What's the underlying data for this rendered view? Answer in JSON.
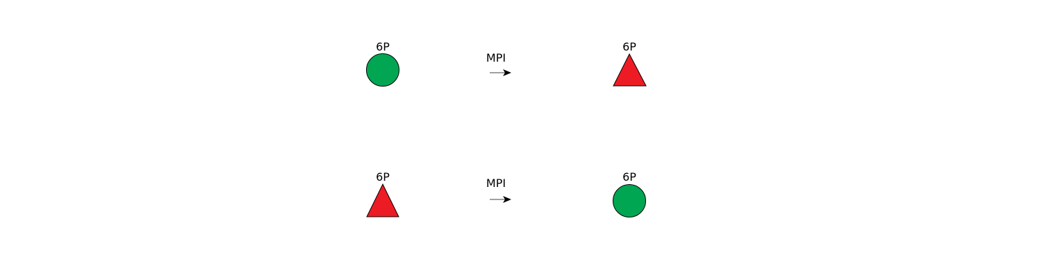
{
  "diagram": {
    "reactions": [
      {
        "substrate": {
          "shape": "circle",
          "color": "#00a651",
          "label": "6P"
        },
        "enzyme": "MPI",
        "product": {
          "shape": "triangle",
          "color": "#ed1c24",
          "label": "6P"
        }
      },
      {
        "substrate": {
          "shape": "triangle",
          "color": "#ed1c24",
          "label": "6P"
        },
        "enzyme": "MPI",
        "product": {
          "shape": "circle",
          "color": "#00a651",
          "label": "6P"
        }
      }
    ]
  }
}
